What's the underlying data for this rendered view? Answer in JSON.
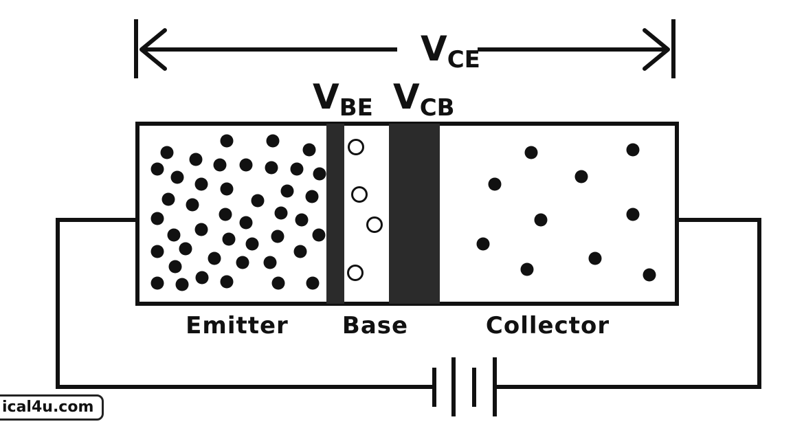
{
  "voltages": {
    "vce": {
      "main": "V",
      "sub": "CE"
    },
    "vbe": {
      "main": "V",
      "sub": "BE"
    },
    "vcb": {
      "main": "V",
      "sub": "CB"
    }
  },
  "regions": {
    "emitter": "Emitter",
    "base": "Base",
    "collector": "Collector"
  },
  "watermark": "ical4u.com",
  "colors": {
    "ink": "#111111",
    "junction": "#2b2b2b",
    "background": "#ffffff"
  }
}
